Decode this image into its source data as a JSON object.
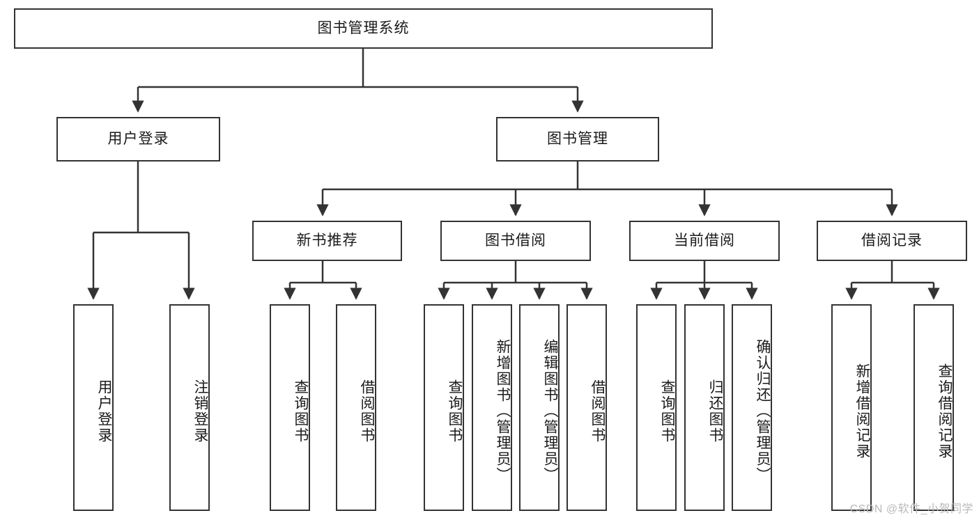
{
  "diagram": {
    "type": "tree-hierarchy",
    "title": "图书管理系统",
    "watermark": "CSDN @软件_小贺同学",
    "colors": {
      "border": "#333333",
      "background": "#ffffff",
      "text": "#1a1a1a",
      "watermark": "#b9b9b9"
    },
    "levels": {
      "root": {
        "label": "图书管理系统"
      },
      "level2": [
        {
          "id": "user-login",
          "label": "用户登录"
        },
        {
          "id": "book-manage",
          "label": "图书管理"
        }
      ],
      "level3": [
        {
          "id": "new-book-recommend",
          "label": "新书推荐",
          "parent": "book-manage"
        },
        {
          "id": "book-borrow",
          "label": "图书借阅",
          "parent": "book-manage"
        },
        {
          "id": "current-borrow",
          "label": "当前借阅",
          "parent": "book-manage"
        },
        {
          "id": "borrow-record",
          "label": "借阅记录",
          "parent": "book-manage"
        }
      ],
      "leaves": [
        {
          "id": "leaf-user-login",
          "label": "用户登录",
          "parent": "user-login"
        },
        {
          "id": "leaf-logout-login",
          "label": "注销登录",
          "parent": "user-login"
        },
        {
          "id": "leaf-query-book-1",
          "label": "查询图书",
          "parent": "new-book-recommend"
        },
        {
          "id": "leaf-borrow-book-1",
          "label": "借阅图书",
          "parent": "new-book-recommend"
        },
        {
          "id": "leaf-query-book-2",
          "label": "查询图书",
          "parent": "book-borrow"
        },
        {
          "id": "leaf-add-book",
          "label": "新增图书（管理员）",
          "parent": "book-borrow"
        },
        {
          "id": "leaf-edit-book",
          "label": "编辑图书（管理员）",
          "parent": "book-borrow"
        },
        {
          "id": "leaf-borrow-book-2",
          "label": "借阅图书",
          "parent": "book-borrow"
        },
        {
          "id": "leaf-query-book-3",
          "label": "查询图书",
          "parent": "current-borrow"
        },
        {
          "id": "leaf-return-book",
          "label": "归还图书",
          "parent": "current-borrow"
        },
        {
          "id": "leaf-confirm-return",
          "label": "确认归还（管理员）",
          "parent": "current-borrow"
        },
        {
          "id": "leaf-add-record",
          "label": "新增借阅记录",
          "parent": "borrow-record"
        },
        {
          "id": "leaf-query-record",
          "label": "查询借阅记录",
          "parent": "borrow-record"
        }
      ]
    }
  }
}
